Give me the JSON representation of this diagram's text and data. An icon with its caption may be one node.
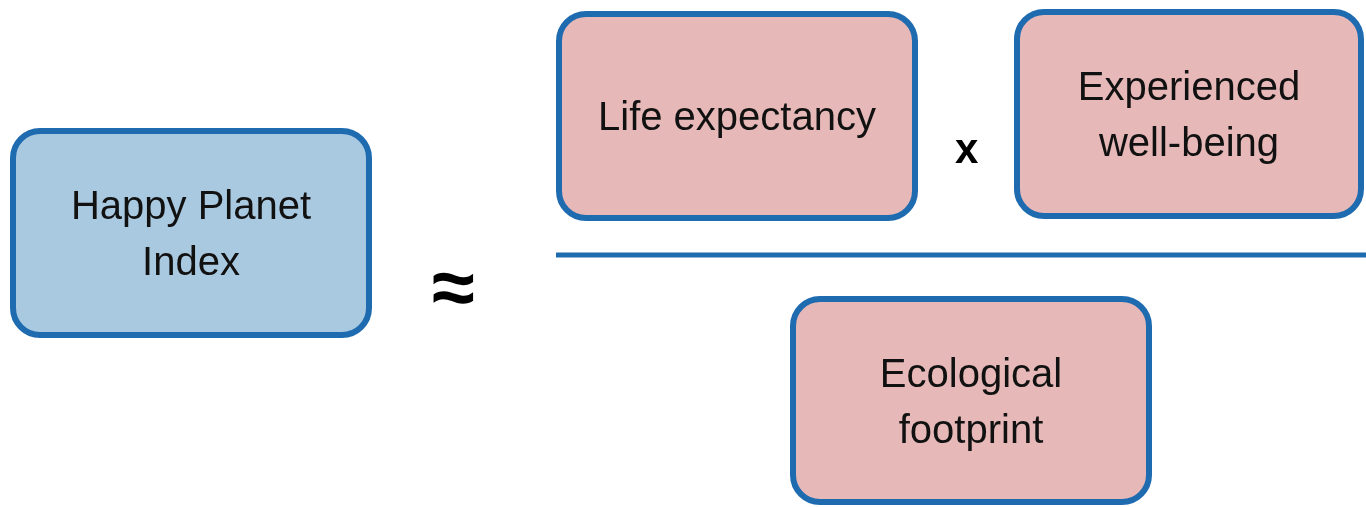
{
  "diagram": {
    "nodes": [
      {
        "text": [
          "Happy Planet Index"
        ]
      },
      {
        "text": [
          "Life expectancy"
        ]
      },
      {
        "text": [
          "Experienced well-being"
        ]
      },
      {
        "text": [
          "Ecological footprint"
        ]
      }
    ],
    "labels": [
      "≈",
      "x"
    ]
  }
}
